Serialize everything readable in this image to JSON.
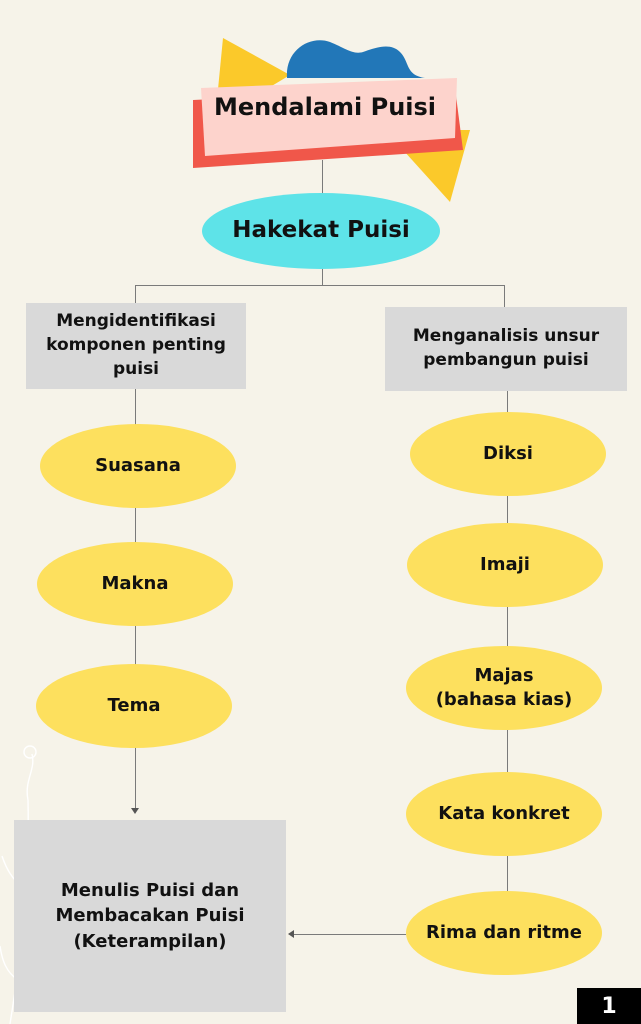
{
  "title": "Mendalami Puisi",
  "subtitle": "Hakekat Puisi",
  "left_branch": {
    "heading": "Mengidentifikasi komponen penting puisi",
    "items": [
      "Suasana",
      "Makna",
      "Tema"
    ]
  },
  "right_branch": {
    "heading": "Menganalisis unsur pembangun puisi",
    "items": [
      "Diksi",
      "Imaji",
      "Majas\n(bahasa kias)",
      "Kata konkret",
      "Rima dan ritme"
    ]
  },
  "result": "Menulis Puisi dan Membacakan Puisi (Keterampilan)",
  "page_number": "1",
  "colors": {
    "background": "#f6f3e9",
    "node_yellow": "#fde05e",
    "subtitle_cyan": "#5ee3e8",
    "box_gray": "#d9d9d9",
    "title_pink": "#fdd3cc",
    "title_red": "#f0574a",
    "deco_yellow": "#fbc92a",
    "deco_blue": "#2277b8"
  }
}
